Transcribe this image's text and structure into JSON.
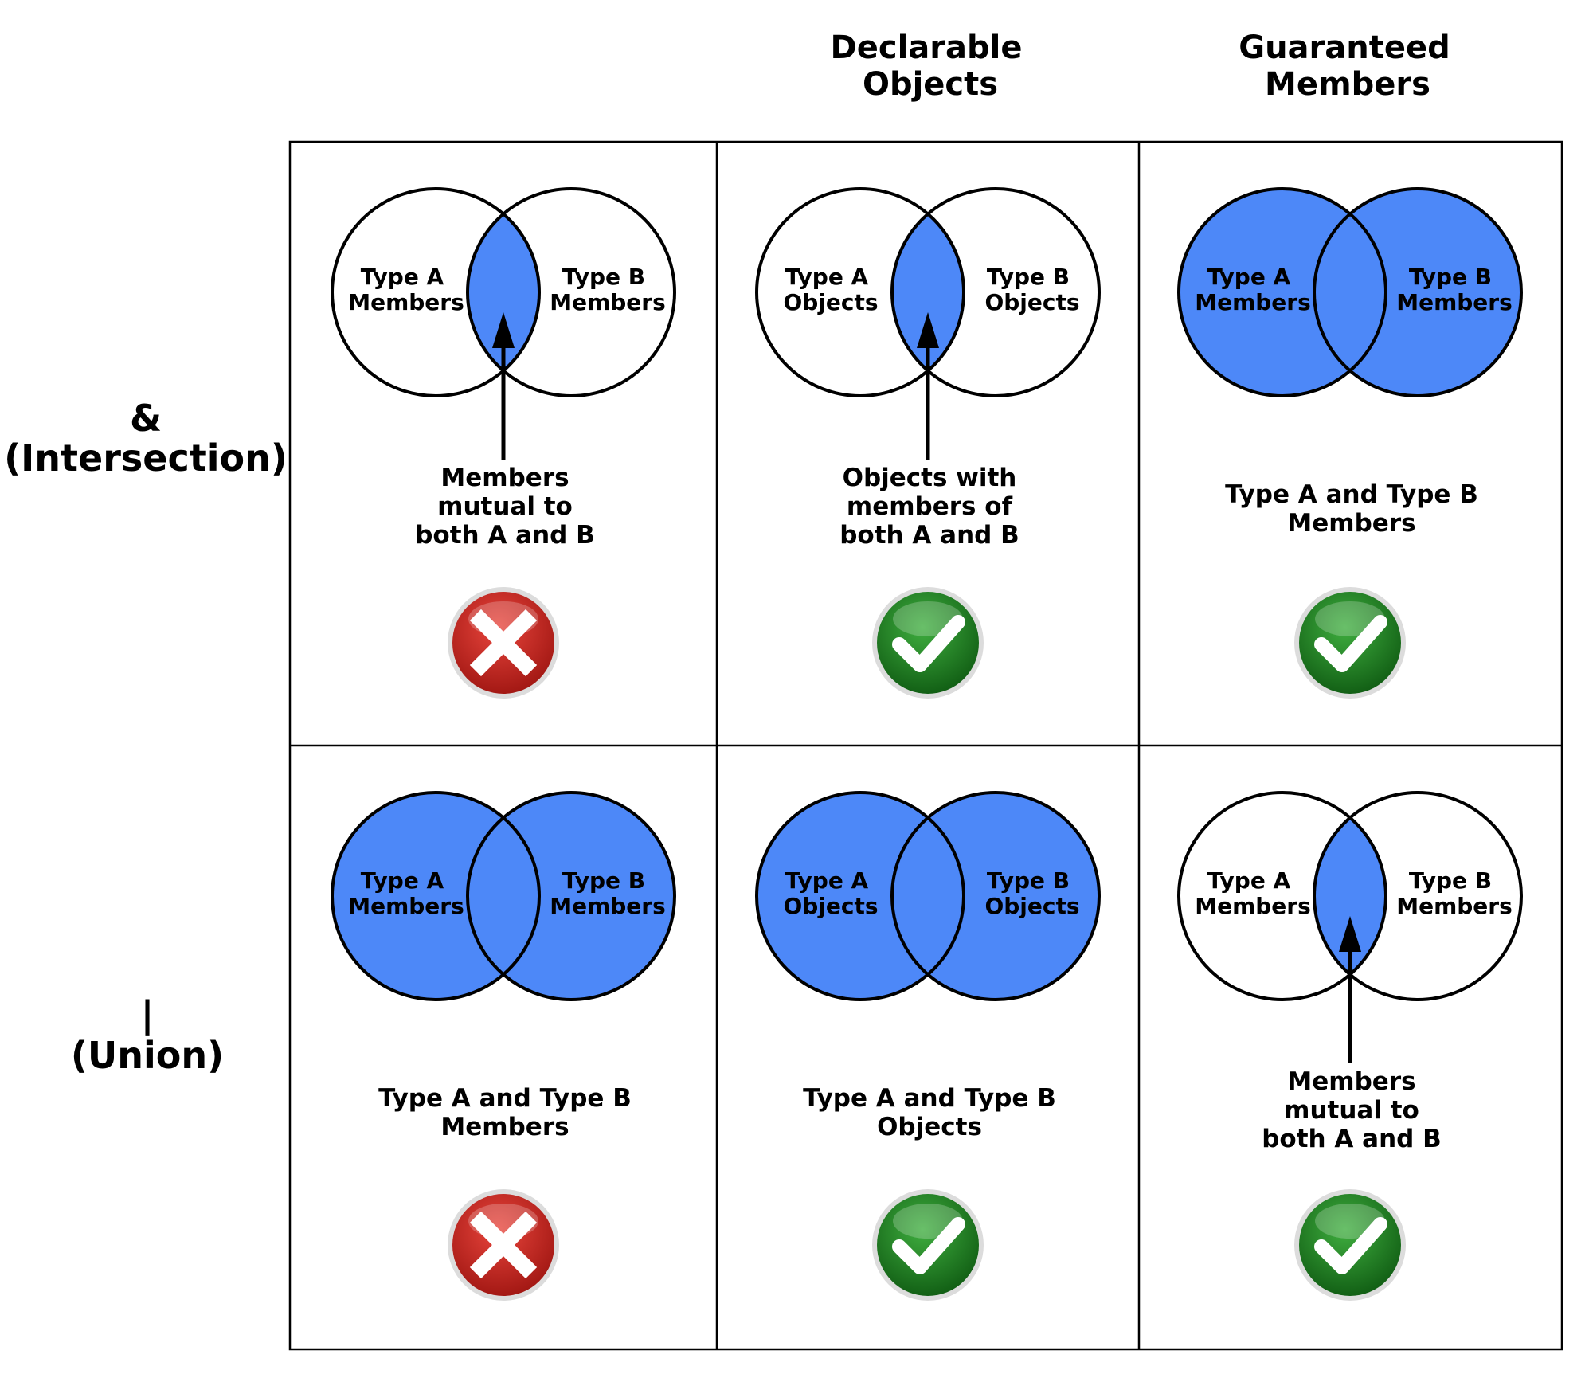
{
  "column_headers": [
    {
      "line1": "Declarable",
      "line2": "Objects"
    },
    {
      "line1": "Guaranteed",
      "line2": "Members"
    }
  ],
  "row_headers": [
    {
      "line1": "&",
      "line2": "(Intersection)"
    },
    {
      "line1": "|",
      "line2": "(Union)"
    }
  ],
  "cells": [
    {
      "left": [
        "Type A",
        "Members"
      ],
      "right": [
        "Type B",
        "Members"
      ],
      "shade": "intersection",
      "caption": [
        "Members",
        "mutual to",
        "both A and B"
      ],
      "arrow": true,
      "status": "cross"
    },
    {
      "left": [
        "Type A",
        "Objects"
      ],
      "right": [
        "Type B",
        "Objects"
      ],
      "shade": "intersection",
      "caption": [
        "Objects with",
        "members of",
        "both A and B"
      ],
      "arrow": true,
      "status": "check"
    },
    {
      "left": [
        "Type A",
        "Members"
      ],
      "right": [
        "Type B",
        "Members"
      ],
      "shade": "union",
      "caption": [
        "Type A and Type B",
        "Members"
      ],
      "arrow": false,
      "status": "check"
    },
    {
      "left": [
        "Type A",
        "Members"
      ],
      "right": [
        "Type B",
        "Members"
      ],
      "shade": "union",
      "caption": [
        "Type A and Type B",
        "Members"
      ],
      "arrow": false,
      "status": "cross"
    },
    {
      "left": [
        "Type A",
        "Objects"
      ],
      "right": [
        "Type B",
        "Objects"
      ],
      "shade": "union",
      "caption": [
        "Type A and Type B",
        "Objects"
      ],
      "arrow": false,
      "status": "check"
    },
    {
      "left": [
        "Type A",
        "Members"
      ],
      "right": [
        "Type B",
        "Members"
      ],
      "shade": "intersection",
      "caption": [
        "Members",
        "mutual to",
        "both A and B"
      ],
      "arrow": true,
      "status": "check"
    }
  ],
  "colors": {
    "fill_blue": "#4d88f8",
    "check_green": "#1f7a1f",
    "cross_red": "#c0211b",
    "outline": "#000000"
  }
}
